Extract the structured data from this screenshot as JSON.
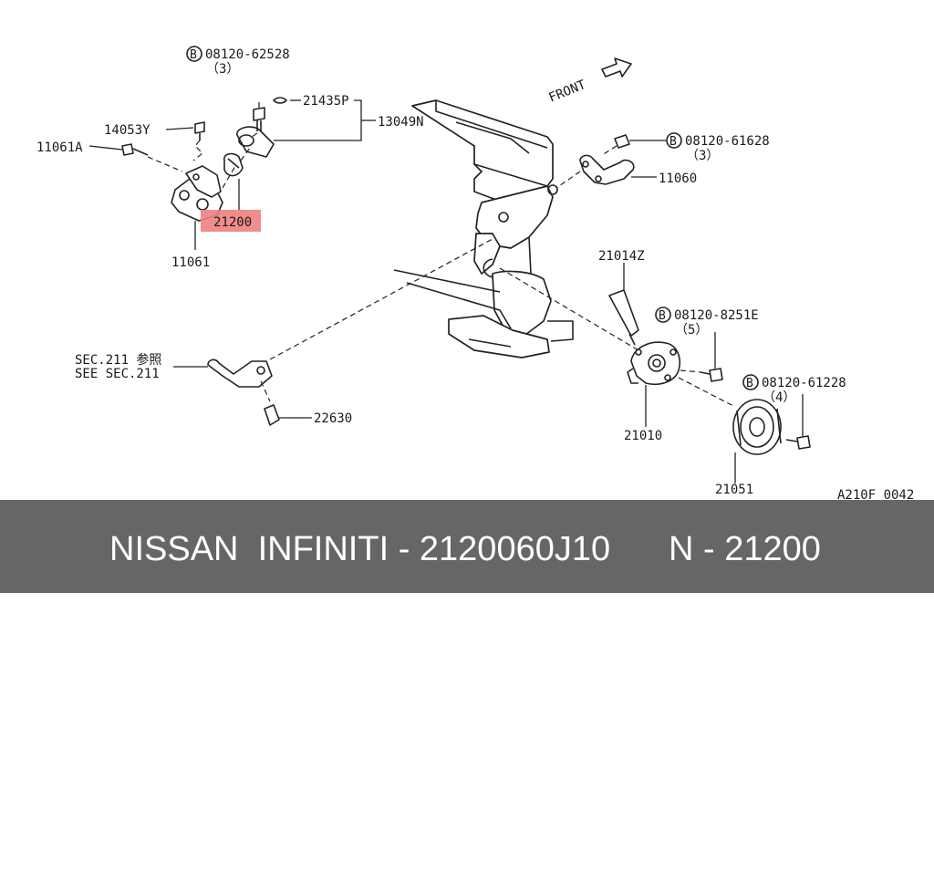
{
  "diagram": {
    "front_label": "FRONT",
    "part_numbers": {
      "bolt_62528": "08120-62528",
      "bolt_62528_qty": "（3）",
      "gasket_21435p": "21435P",
      "assembly_13049n": "13049N",
      "bolt_14053y": "14053Y",
      "stud_11061a": "11061A",
      "thermostat_21200": "21200",
      "housing_11061": "11061",
      "bolt_61628": "08120-61628",
      "bolt_61628_qty": "（3）",
      "bracket_11060": "11060",
      "hose_21014z": "21014Z",
      "bolt_8251e": "08120-8251E",
      "bolt_8251e_qty": "（5）",
      "bolt_61228": "08120-61228",
      "bolt_61228_qty": "（4）",
      "pump_21010": "21010",
      "pulley_21051": "21051",
      "sensor_22630": "22630"
    },
    "bolt_marker": "B",
    "sec_ref_jp": "SEC.211 参照",
    "sec_ref_en": "SEE SEC.211",
    "drawing_code": "A210F 0042",
    "highlight_color": "#f07f7f"
  },
  "footer": {
    "brand": "NISSAN  INFINITI - 2120060J10",
    "code": "N - 21200",
    "bg_color": "#666666",
    "text_color": "#ffffff"
  }
}
